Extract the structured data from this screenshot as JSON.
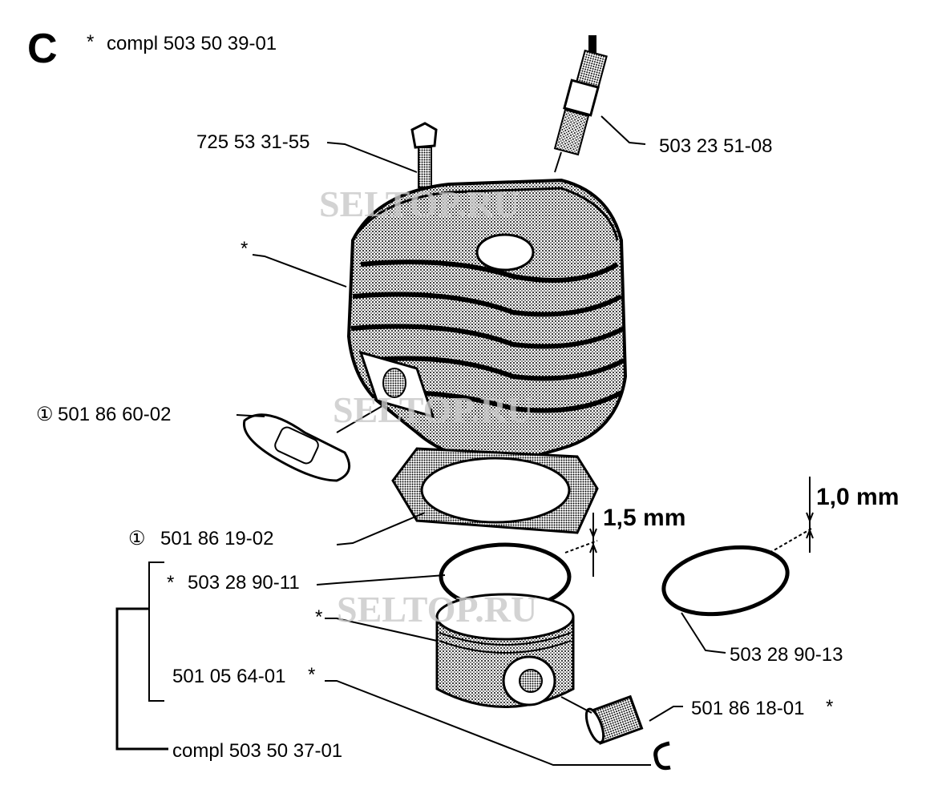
{
  "section_letter": "C",
  "assembly": {
    "star": "*",
    "label": "compl 503 50 39-01"
  },
  "parts": {
    "bolt": "725 53 31-55",
    "spark_plug": "503 23 51-08",
    "cylinder_star": "*",
    "exhaust_gasket": {
      "mark": "①",
      "number": "501 86 60-02"
    },
    "cylinder_gasket": {
      "mark": "①",
      "number": "501 86 19-02"
    },
    "piston_ring": {
      "star": "*",
      "number": "503 28 90-11"
    },
    "piston_star": "*",
    "piston_pin": {
      "number": "501 05 64-01",
      "star": "*"
    },
    "needle_bearing": {
      "number": "501 86 18-01",
      "star": "*"
    },
    "piston_ring_alt": "503 28 90-13",
    "piston_assembly": "compl 503 50 37-01"
  },
  "dimensions": {
    "ring_a": "1,5 mm",
    "ring_b": "1,0 mm"
  },
  "watermark": "SELTOP.RU"
}
